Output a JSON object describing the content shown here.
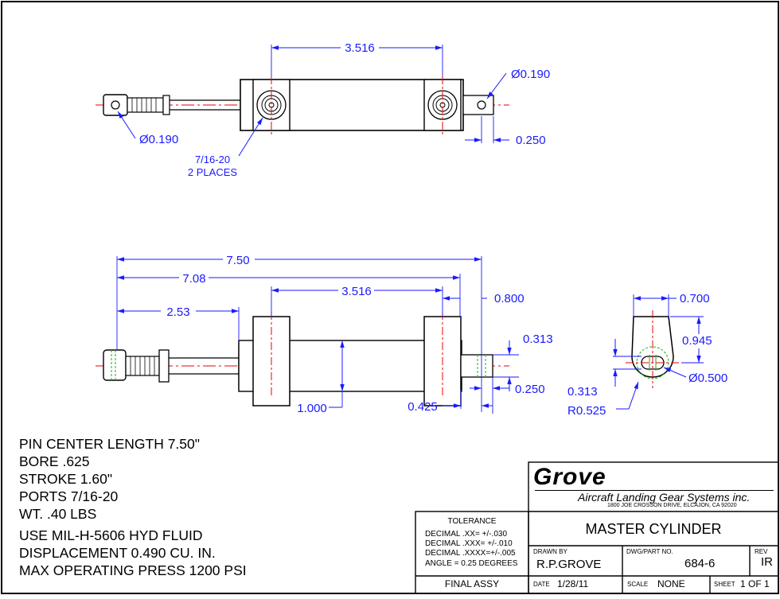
{
  "drawing": {
    "top_view": {
      "dim_center_distance": "3.516",
      "dim_pin_dia_right": "Ø0.190",
      "dim_pin_dia_left": "Ø0.190",
      "dim_clevis_offset": "0.250",
      "port_callout_line1": "7/16-20",
      "port_callout_line2": "2 PLACES"
    },
    "side_view": {
      "dim_overall": "7.50",
      "dim_708": "7.08",
      "dim_253": "2.53",
      "dim_center_distance": "3.516",
      "dim_0800": "0.800",
      "dim_0313": "0.313",
      "dim_0250": "0.250",
      "dim_1000": "1.000",
      "dim_0425": "0.425"
    },
    "end_view": {
      "dim_width": "0.700",
      "dim_height": "0.945",
      "dim_dia": "Ø0.500",
      "dim_0313": "0.313",
      "dim_radius": "R0.525"
    }
  },
  "notes": [
    "PIN CENTER LENGTH 7.50\"",
    "BORE .625",
    "STROKE 1.60\"",
    "PORTS  7/16-20",
    "WT.  .40 LBS",
    "USE MIL-H-5606 HYD FLUID",
    "DISPLACEMENT 0.490 CU. IN.",
    "MAX OPERATING PRESS 1200 PSI"
  ],
  "title_block": {
    "company": "Grove",
    "company_full": "Aircraft Landing Gear Systems inc.",
    "address": "1800 JOE CROSSON DRIVE, ELCAJON, CA 92020",
    "tolerance_title": "TOLERANCE",
    "tolerance_lines": [
      "DECIMAL .XX=  +/-.030",
      "DECIMAL .XXX= +/-.010",
      "DECIMAL .XXXX=+/-.005",
      "ANGLE = 0.25 DEGREES"
    ],
    "title": "MASTER CYLINDER",
    "drawn_by_label": "DRAWN BY",
    "drawn_by": "R.P.GROVE",
    "part_no_label": "DWG/PART NO.",
    "part_no": "684-6",
    "rev_label": "REV",
    "rev": "IR",
    "assy": "FINAL ASSY",
    "date_label": "DATE",
    "date": "1/28/11",
    "scale_label": "SCALE",
    "scale": "NONE",
    "sheet_label": "SHEET",
    "sheet": "1 OF 1"
  }
}
